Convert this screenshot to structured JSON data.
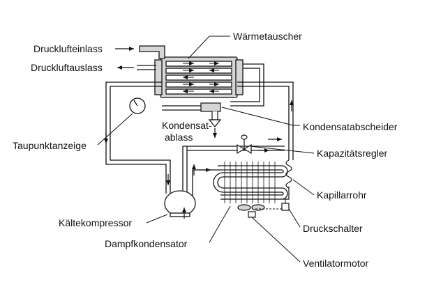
{
  "labels": {
    "druckluft_einlass": "Drucklufteinlass",
    "druckluft_auslass": "Druckluftauslass",
    "waermetauscher": "Wärmetauscher",
    "kondensat_ablass_1": "Kondensat-",
    "kondensat_ablass_2": "ablass",
    "taupunktanzeige": "Taupunktanzeige",
    "kondensatabscheider": "Kondensatabscheider",
    "kapazitaetsregler": "Kapazitätsregler",
    "kapillarrohr": "Kapillarrohr",
    "kaeltekompressor": "Kältekompressor",
    "druckschalter": "Druckschalter",
    "dampfkondensator": "Dampfkondensator",
    "ventilatormotor": "Ventilatormotor"
  },
  "colors": {
    "line": "#111111",
    "pipe_fill": "#d6d6d6",
    "background": "#ffffff"
  }
}
